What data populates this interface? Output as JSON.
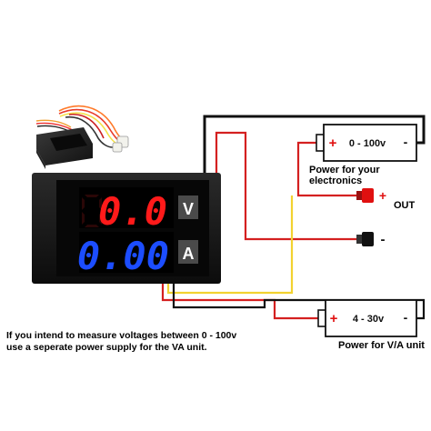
{
  "meter": {
    "voltage_reading": "0.0",
    "current_reading": "0.00",
    "voltage_unit": "V",
    "current_unit": "A",
    "voltage_color": "#ff1a1a",
    "current_color": "#1c4dff"
  },
  "battery_electronics": {
    "label": "0 - 100v",
    "plus": "+",
    "minus": "-"
  },
  "battery_va": {
    "label": "4 - 30v",
    "plus": "+",
    "minus": "-"
  },
  "captions": {
    "power_electronics": "Power for your electronics",
    "power_va": "Power for V/A unit",
    "out": "OUT",
    "out_plus": "+",
    "out_minus": "-"
  },
  "note": {
    "line1": "If you intend to measure voltages between 0 - 100v",
    "line2": "use a seperate power supply for the VA unit."
  },
  "wire_colors": {
    "black": "#111111",
    "red": "#d42020",
    "yellow": "#f2d230",
    "terminal_red": "#e01010"
  }
}
